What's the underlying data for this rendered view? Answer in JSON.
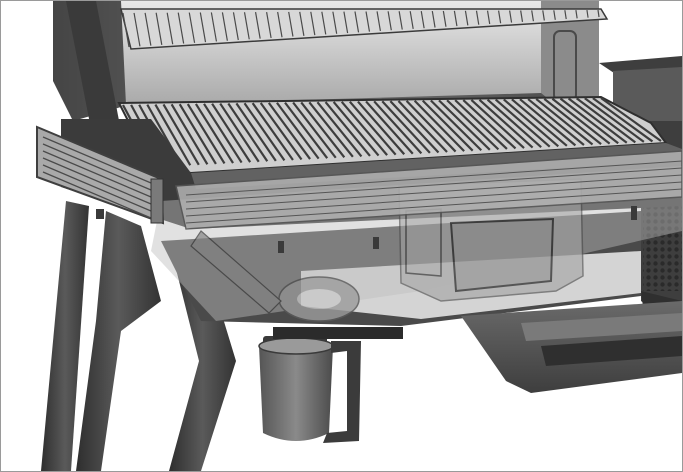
{
  "illustration": {
    "subject": "grill-with-translucent-side-shelf",
    "colors": {
      "background": "#ffffff",
      "frame_border": "#9a9a9a",
      "metal_dark": "#3b3b3b",
      "metal_mid": "#6a6a6a",
      "metal_light": "#9c9c9c",
      "grate": "#4a4a4a",
      "interior_light": "#cfcfcf",
      "translucent_overlay": "#b9b9b9",
      "accent_dots": "#2a2a2a"
    },
    "parts": {
      "lid": "open-lid",
      "upper_grate": "warming-rack",
      "main_grate": "cooking-grate",
      "side_handle": "side-handle",
      "front_shelf": "front-shelf-rail",
      "hopper": "pellet-hopper",
      "grease_cup": "grease-bucket",
      "drawer": "ash-drawer",
      "legs": "cart-legs",
      "vent": "side-vent"
    }
  }
}
